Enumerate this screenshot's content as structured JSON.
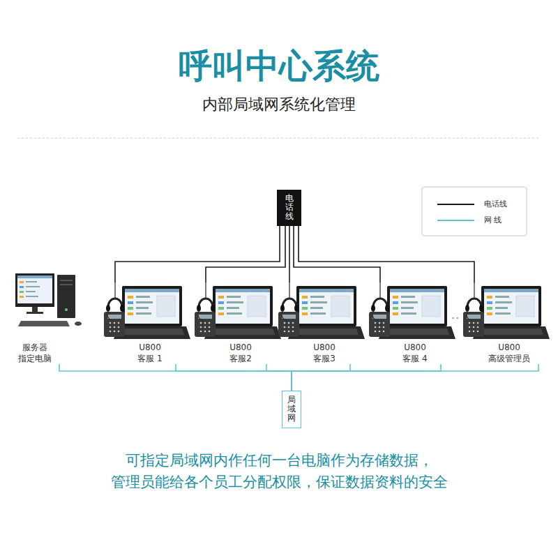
{
  "diagram": {
    "title": "呼叫中心系统",
    "caption": "可指定局域网内作任何一台电脑作为存储数据， 管理员能给各个员工分配权限，保证数据资料的安全",
    "nodes": [
      {
        "text": [
          "电话线"
        ]
      },
      {
        "text": [
          "服务器",
          "指定电脑"
        ]
      },
      {
        "text": [
          "U800",
          "客服 1"
        ]
      },
      {
        "text": [
          "U800",
          "客服2"
        ]
      },
      {
        "text": [
          "U800",
          "客服3"
        ]
      },
      {
        "text": [
          "U800",
          "客服 4"
        ]
      },
      {
        "text": [
          "U800",
          "高级管理员"
        ]
      },
      {
        "text": [
          "局域网"
        ]
      }
    ],
    "edges": [
      {
        "from": 0,
        "to": 2,
        "arrow": "none"
      },
      {
        "from": 0,
        "to": 3,
        "arrow": "none"
      },
      {
        "from": 0,
        "to": 4,
        "arrow": "none"
      },
      {
        "from": 0,
        "to": 5,
        "arrow": "none"
      },
      {
        "from": 0,
        "to": 6,
        "arrow": "none"
      },
      {
        "from": 7,
        "to": 1,
        "arrow": "none"
      },
      {
        "from": 7,
        "to": 2,
        "arrow": "none"
      },
      {
        "from": 7,
        "to": 3,
        "arrow": "none"
      },
      {
        "from": 7,
        "to": 4,
        "arrow": "none"
      },
      {
        "from": 7,
        "to": 5,
        "arrow": "none"
      },
      {
        "from": 7,
        "to": 6,
        "arrow": "none"
      }
    ],
    "labels": [
      "内部局域网系统化管理"
    ],
    "legend": [
      {
        "text": "电话线"
      },
      {
        "text": "网 线"
      }
    ]
  }
}
